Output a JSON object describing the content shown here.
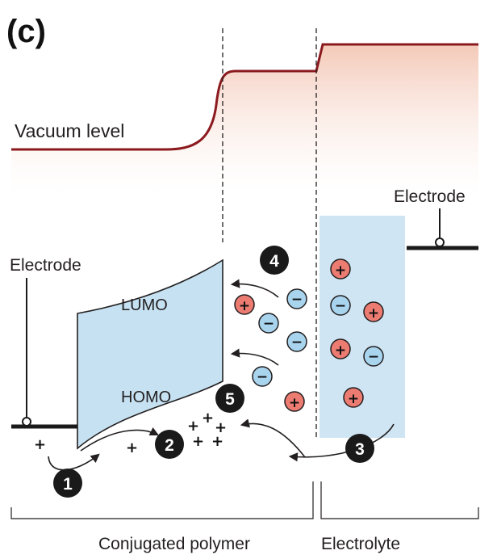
{
  "panel_label": "(c)",
  "labels": {
    "vacuum_level": "Vacuum level",
    "electrode_left": "Electrode",
    "electrode_right": "Electrode",
    "lumo": "LUMO",
    "homo": "HOMO",
    "conjugated_polymer": "Conjugated polymer",
    "electrolyte": "Electrolyte"
  },
  "steps": [
    "1",
    "2",
    "3",
    "4",
    "5"
  ],
  "ion_signs": {
    "cation": "+",
    "anion": "−"
  },
  "hole_sign": "+",
  "colors": {
    "vacuum_line": "#8b1a1f",
    "vacuum_gradient_top": "#f3c6b4",
    "polymer_fill": "#c6e2f2",
    "electrolyte_fill": "#cfe5f3",
    "cation_fill": "#ec7c72",
    "anion_fill": "#a9d4ee",
    "badge_fill": "#1a1a1a",
    "electrode": "#1a1a1a"
  }
}
